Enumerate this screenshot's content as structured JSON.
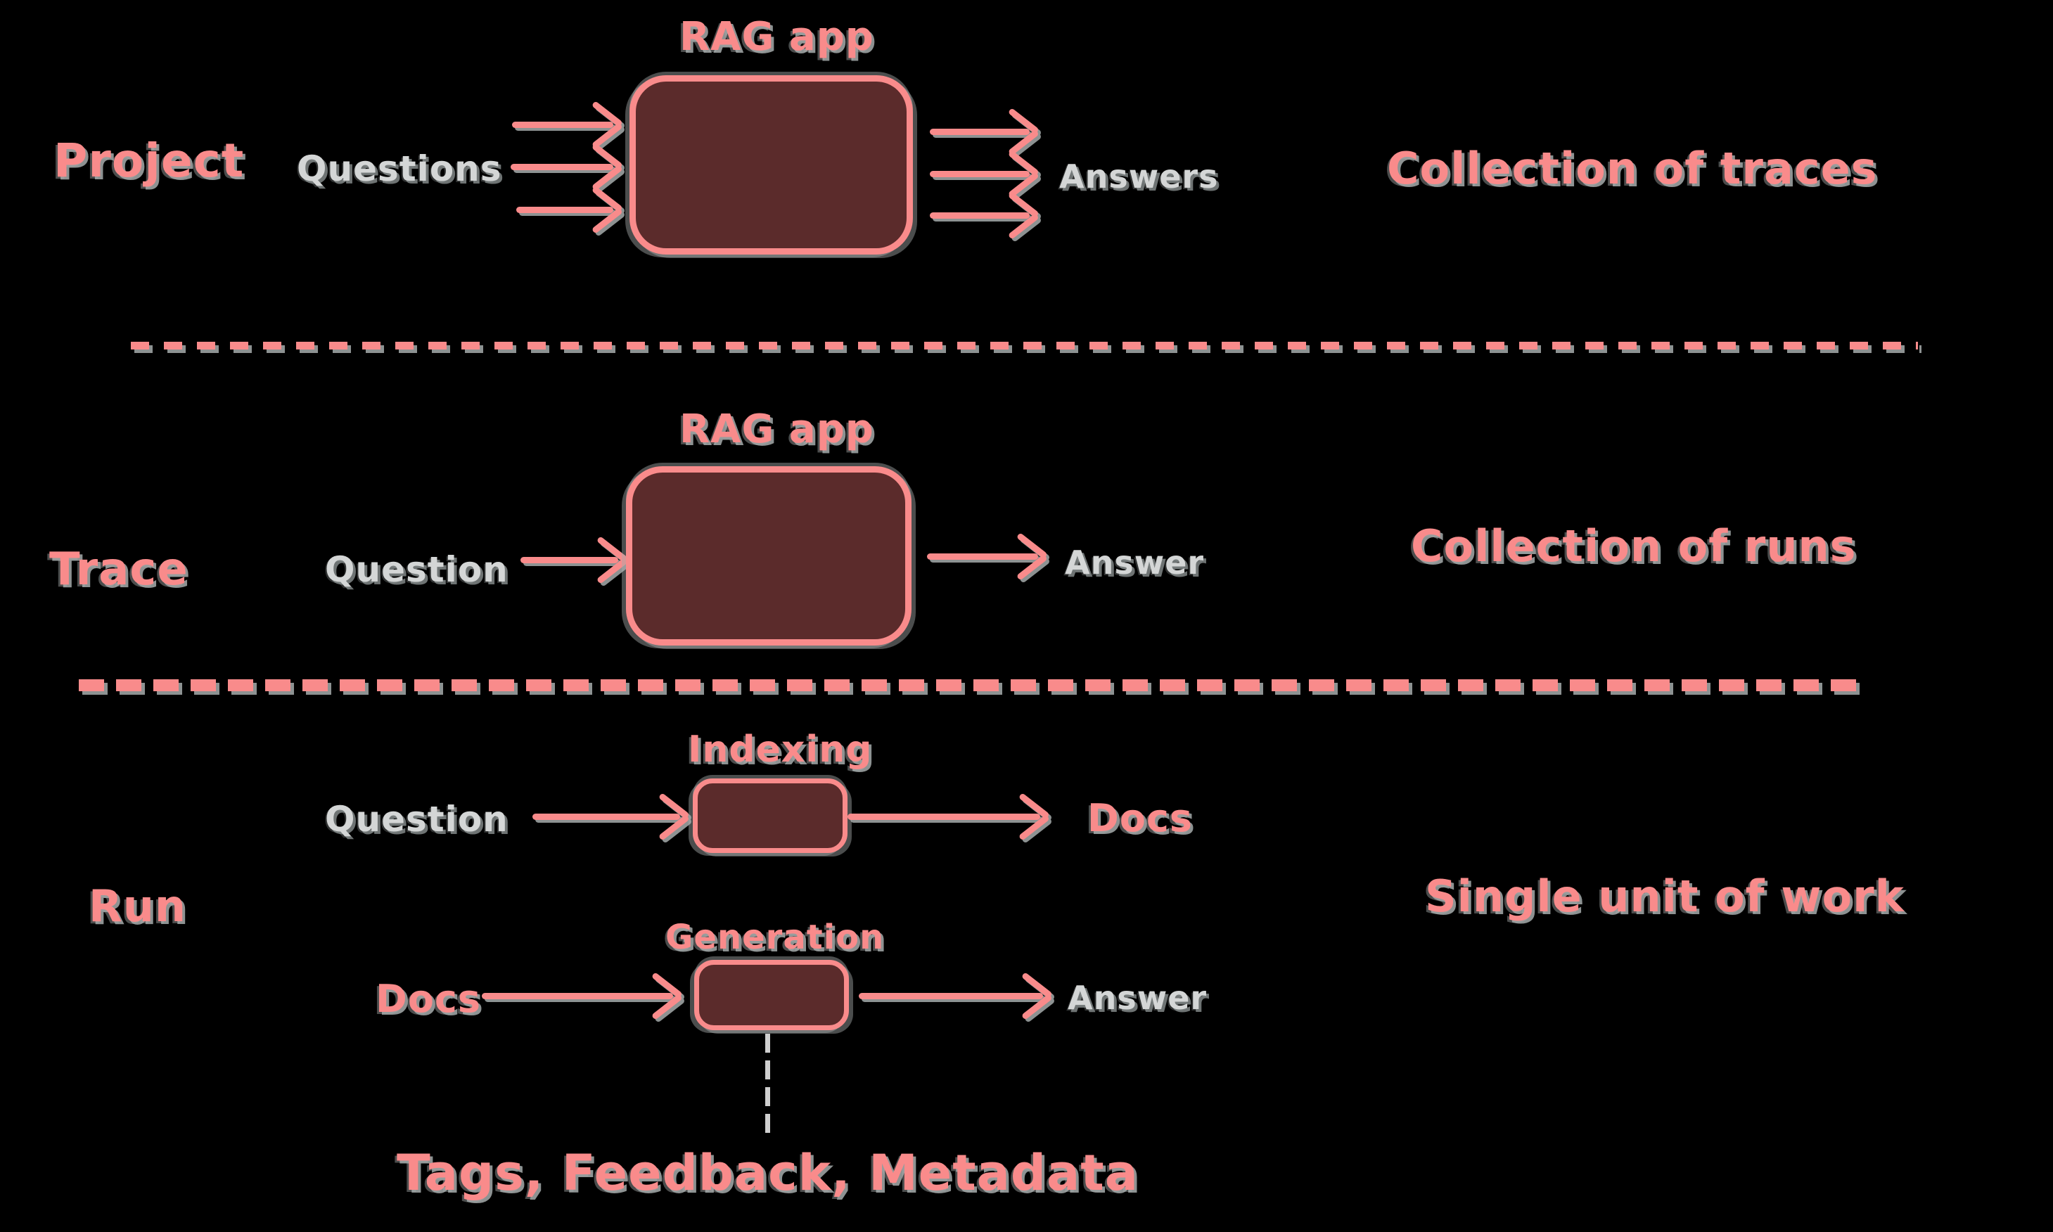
{
  "colors": {
    "background": "#000000",
    "salmon": "#f98b8b",
    "box_fill": "#5b2b2b",
    "gray_text": "#d4d6d6",
    "dash_gray": "#cfcfcf"
  },
  "diagram": {
    "project_row": {
      "label": "Project",
      "input": "Questions",
      "box_title": "RAG app",
      "output": "Answers",
      "note": "Collection of traces"
    },
    "trace_row": {
      "label": "Trace",
      "input": "Question",
      "box_title": "RAG app",
      "output": "Answer",
      "note": "Collection of runs"
    },
    "run_row": {
      "label": "Run",
      "note": "Single unit of work",
      "indexing_step": {
        "title": "Indexing",
        "input": "Question",
        "output": "Docs"
      },
      "generation_step": {
        "title": "Generation",
        "input": "Docs",
        "output": "Answer"
      },
      "annotation": "Tags, Feedback, Metadata"
    }
  }
}
